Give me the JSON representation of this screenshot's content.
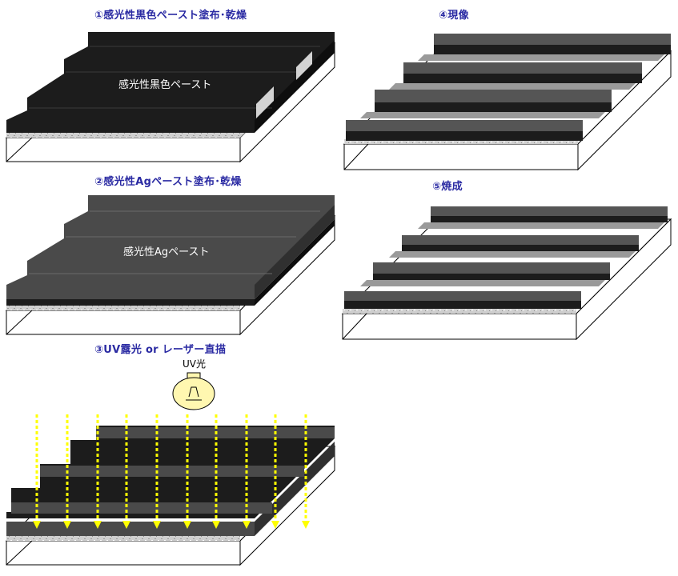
{
  "steps": [
    {
      "title": "①感光性黒色ペースト塗布･乾燥",
      "label": "感光性黒色ペースト"
    },
    {
      "title": "②感光性Agペースト塗布･乾燥",
      "label": "感光性Agペースト"
    },
    {
      "title": "③UV露光 or レーザー直描",
      "uv_label": "UV光"
    },
    {
      "title": "④現像"
    },
    {
      "title": "⑤焼成"
    }
  ],
  "colors": {
    "title": "#2b2ba3",
    "black_paste": "#1c1c1c",
    "ag_paste": "#4a4a4a",
    "substrate_edge": "#000000",
    "uv_arrow": "#ffff00",
    "bulb": "#fff7b0"
  }
}
